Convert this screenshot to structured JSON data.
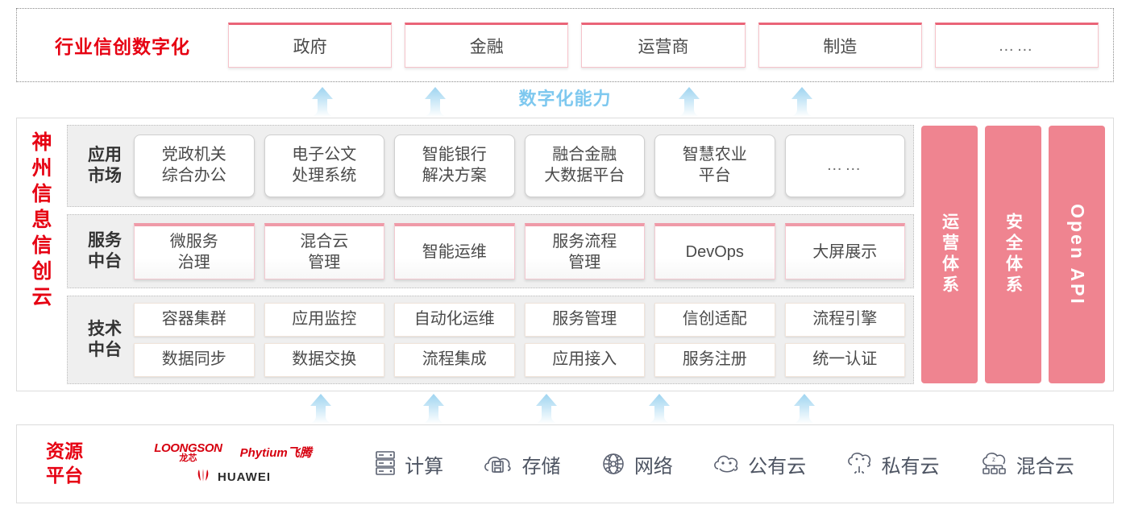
{
  "industry": {
    "title": "行业信创数字化",
    "cards": [
      {
        "label": "政府"
      },
      {
        "label": "金融"
      },
      {
        "label": "运营商"
      },
      {
        "label": "制造"
      },
      {
        "label": "……"
      }
    ]
  },
  "capability_label": "数字化能力",
  "platform": {
    "title_chars": [
      "神",
      "州",
      "信",
      "息",
      "信",
      "创",
      "云"
    ],
    "bands": [
      {
        "label": "应用\n市场",
        "label_lines": [
          "应用",
          "市场"
        ],
        "cards": [
          {
            "lines": [
              "党政机关",
              "综合办公"
            ]
          },
          {
            "lines": [
              "电子公文",
              "处理系统"
            ]
          },
          {
            "lines": [
              "智能银行",
              "解决方案"
            ]
          },
          {
            "lines": [
              "融合金融",
              "大数据平台"
            ]
          },
          {
            "lines": [
              "智慧农业",
              "平台"
            ]
          },
          {
            "lines": [
              "……"
            ]
          }
        ]
      },
      {
        "label_lines": [
          "服务",
          "中台"
        ],
        "cards": [
          {
            "lines": [
              "微服务",
              "治理"
            ]
          },
          {
            "lines": [
              "混合云",
              "管理"
            ]
          },
          {
            "lines": [
              "智能运维"
            ]
          },
          {
            "lines": [
              "服务流程",
              "管理"
            ]
          },
          {
            "lines": [
              "DevOps"
            ]
          },
          {
            "lines": [
              "大屏展示"
            ]
          }
        ]
      },
      {
        "label_lines": [
          "技术",
          "中台"
        ],
        "row1": [
          "容器集群",
          "应用监控",
          "自动化运维",
          "服务管理",
          "信创适配",
          "流程引擎"
        ],
        "row2": [
          "数据同步",
          "数据交换",
          "流程集成",
          "应用接入",
          "服务注册",
          "统一认证"
        ]
      }
    ],
    "pillars": [
      {
        "label": "运营体系",
        "type": "cn"
      },
      {
        "label": "安全体系",
        "type": "cn"
      },
      {
        "label": "Open API",
        "type": "en"
      }
    ]
  },
  "resource": {
    "title_lines": [
      "资源",
      "平台"
    ],
    "logos": [
      {
        "name": "loongson",
        "en": "LOONGSON",
        "cn": "龙芯"
      },
      {
        "name": "phytium",
        "text": "Phytium飞腾"
      },
      {
        "name": "huawei",
        "text": "HUAWEI"
      }
    ],
    "items": [
      {
        "icon": "server-icon",
        "label": "计算"
      },
      {
        "icon": "cloud-storage-icon",
        "label": "存储"
      },
      {
        "icon": "network-icon",
        "label": "网络"
      },
      {
        "icon": "public-cloud-icon",
        "label": "公有云"
      },
      {
        "icon": "private-cloud-icon",
        "label": "私有云"
      },
      {
        "icon": "hybrid-cloud-icon",
        "label": "混合云"
      }
    ]
  },
  "colors": {
    "brand_red": "#e60012",
    "pillar_pink": "#ef8490",
    "card_accent_pink": "#ef9aa8",
    "arrow_blue": "#b9e0f5",
    "capability_blue": "#7ec8ef",
    "band_grey": "#efefef"
  },
  "arrows": {
    "top_positions": [
      400,
      540,
      855,
      995
    ],
    "bottom_positions": [
      398,
      538,
      678,
      818,
      998
    ]
  }
}
